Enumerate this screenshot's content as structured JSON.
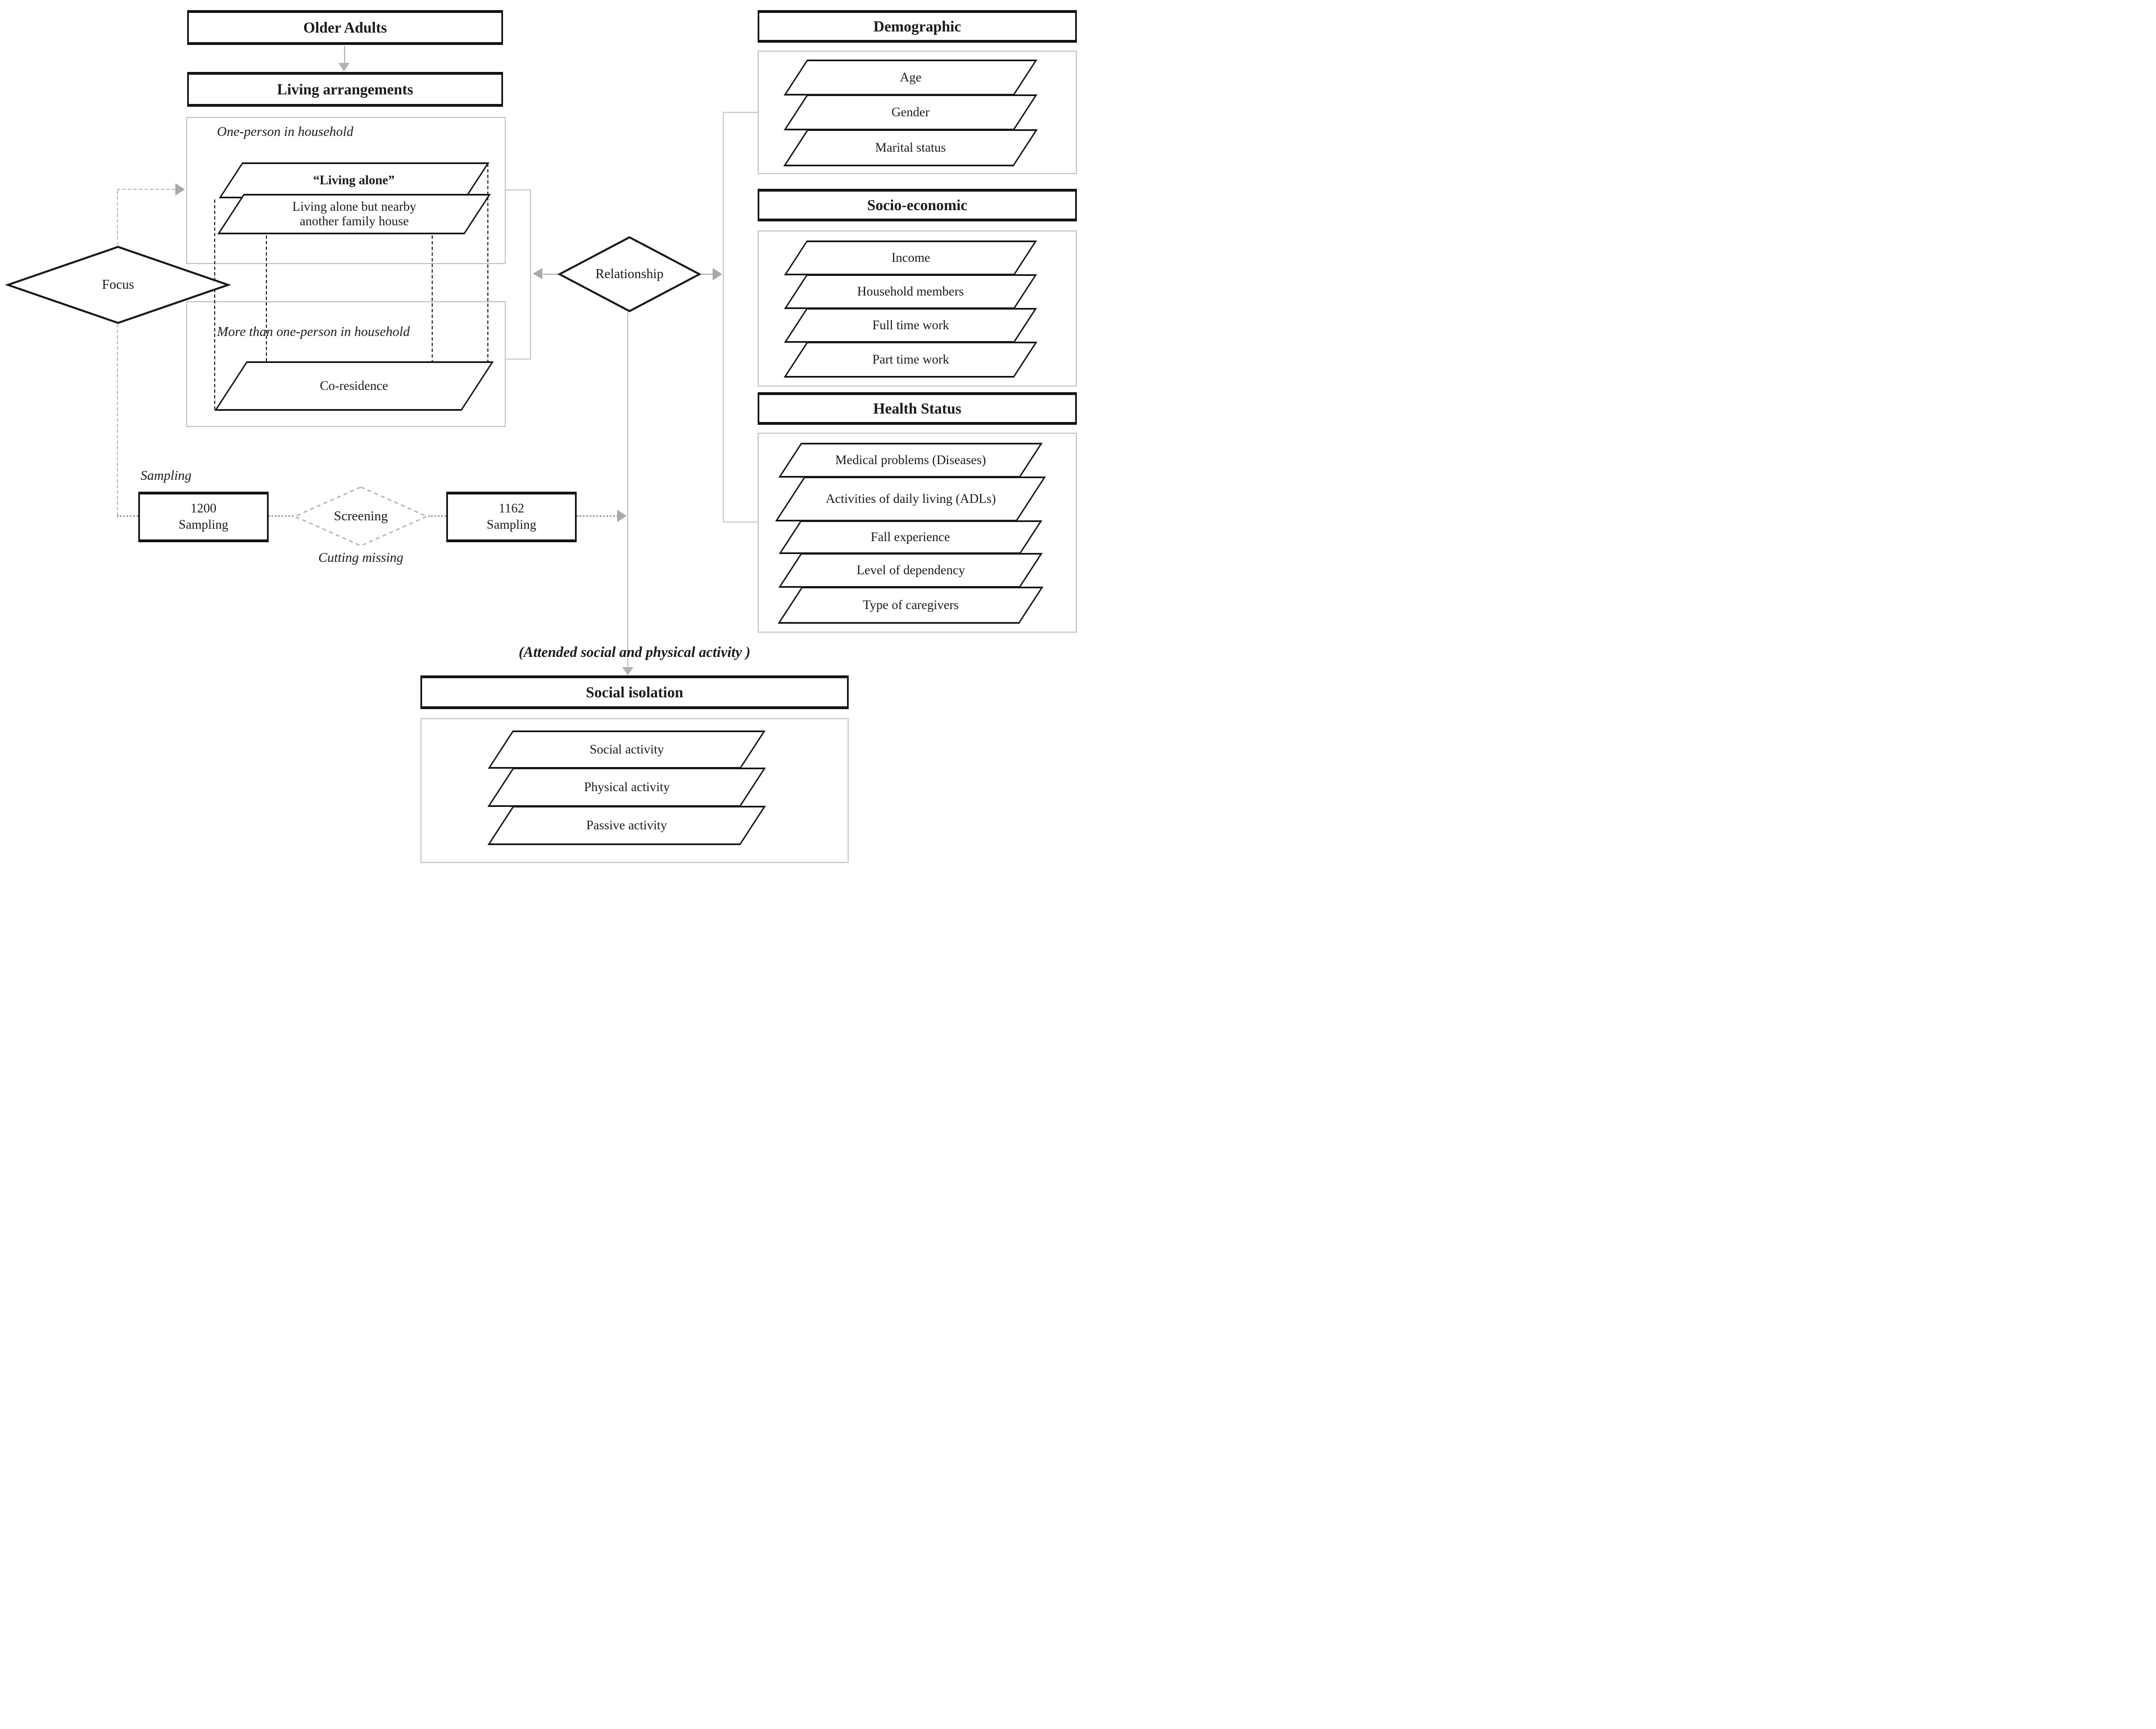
{
  "colors": {
    "line_black": "#161616",
    "container_gray": "#c6c6c6",
    "arrow_gray": "#a9a9a9",
    "background": "#ffffff"
  },
  "flow": {
    "older_adults": "Older Adults",
    "living_arrangements": "Living arrangements",
    "one_person_household": "One-person in household",
    "living_alone": "“Living alone”",
    "living_alone_nearby_l1": "Living alone but nearby",
    "living_alone_nearby_l2": "another family house",
    "more_than_one": "More than one-person in household",
    "co_residence": "Co-residence",
    "focus": "Focus",
    "relationship": "Relationship"
  },
  "sampling": {
    "label": "Sampling",
    "pre_count": "1200",
    "pre_label": "Sampling",
    "screening": "Screening",
    "post_count": "1162",
    "post_label": "Sampling",
    "cutting_missing": "Cutting missing"
  },
  "factors": {
    "demographic": {
      "title": "Demographic",
      "items": [
        "Age",
        "Gender",
        "Marital status"
      ]
    },
    "socio_economic": {
      "title": "Socio-economic",
      "items": [
        "Income",
        "Household members",
        "Full time work",
        "Part time work"
      ]
    },
    "health_status": {
      "title": "Health Status",
      "items": [
        "Medical problems (Diseases)",
        "Activities of daily living (ADLs)",
        "Fall experience",
        "Level of dependency",
        "Type of caregivers"
      ]
    }
  },
  "outcome": {
    "note": "(Attended social and physical activity )",
    "title": "Social isolation",
    "items": [
      "Social activity",
      "Physical activity",
      "Passive activity"
    ]
  }
}
